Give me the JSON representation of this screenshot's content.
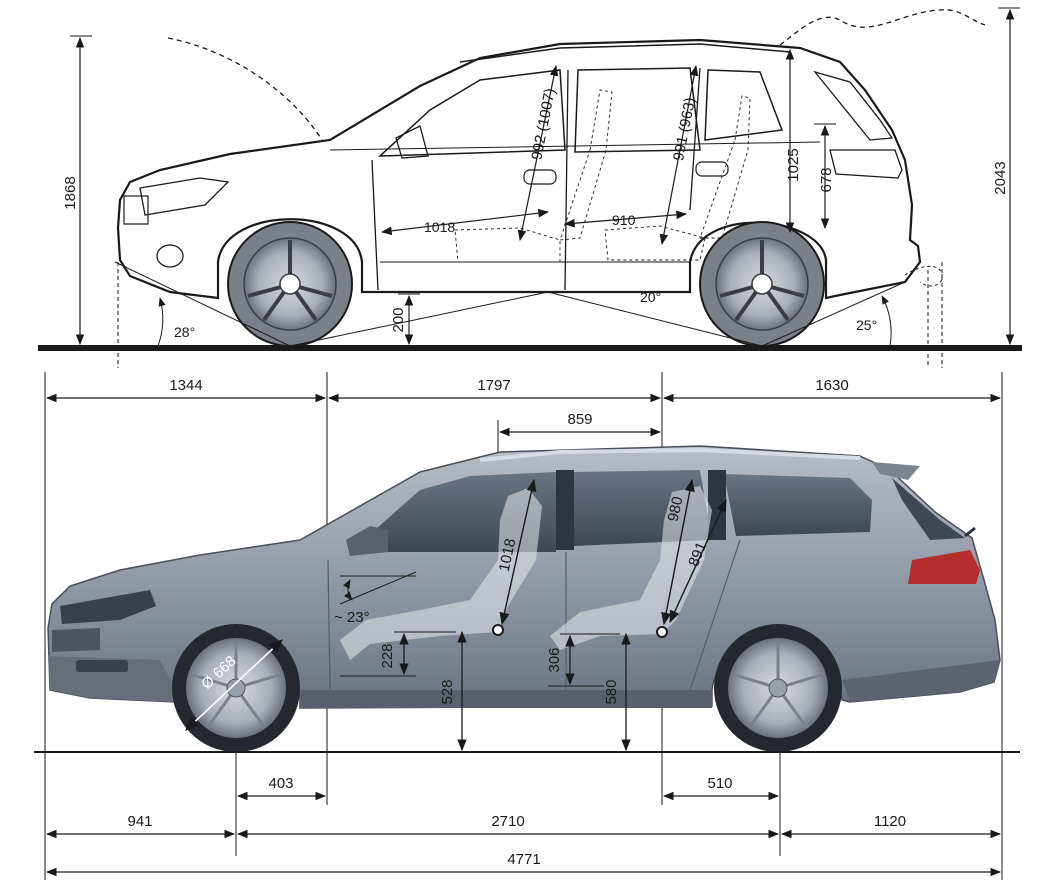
{
  "top_diagram": {
    "vehicle": "suv-side-outline",
    "dimensions": {
      "overall_height": "1868",
      "height_open_tailgate": "2043",
      "ground_clearance": "200",
      "approach_angle": "28°",
      "departure_angle": "25°",
      "ramp_angle": "20°",
      "front_headroom": "992 (1007)",
      "rear_headroom": "991 (963)",
      "front_legroom": "1018",
      "rear_legroom": "910",
      "loading_height": "1025",
      "tailgate_opening_height": "678"
    }
  },
  "bottom_diagram": {
    "vehicle": "estate-side-view",
    "dimensions": {
      "front_section": "1344",
      "middle_section": "1797",
      "rear_section": "1630",
      "seat_distance": "859",
      "front_headroom": "1018",
      "rear_headroom": "980",
      "rear_legroom": "891",
      "seat_angle": "~ 23°",
      "front_seat_height": "228",
      "rear_seat_height": "306",
      "front_hip_point_height": "528",
      "rear_hip_point_height": "580",
      "wheel_diameter": "Ø 668",
      "front_wheel_to_pillar": "403",
      "rear_seat_to_wheel": "510",
      "front_overhang": "941",
      "wheelbase": "2710",
      "rear_overhang": "1120",
      "overall_length": "4771"
    }
  },
  "colors": {
    "line": "#1a1a1a",
    "body_grey": "#8f96a4",
    "body_dark": "#5d6470",
    "glass": "#4f5866",
    "wheel_fill": "#7a7f88",
    "ground": "#1a1a1a"
  }
}
